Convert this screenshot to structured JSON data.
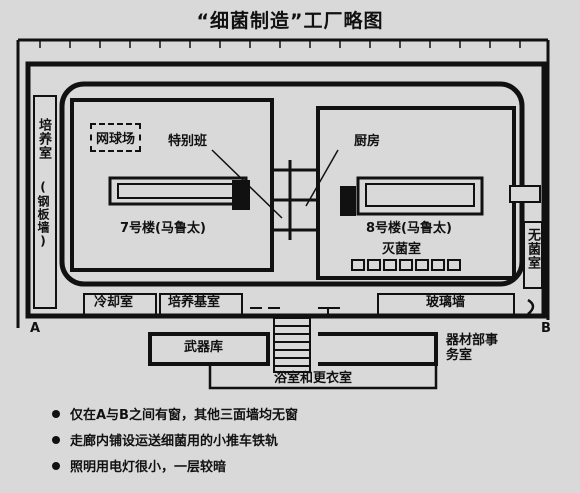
{
  "title": "“细菌制造”工厂略图",
  "labels": {
    "culture_room_left": "培养室",
    "steel_plate_wall": "(钢板墙)",
    "tennis_court": "网球场",
    "special_team": "特别班",
    "kitchen": "厨房",
    "building7": "7号楼(马鲁太)",
    "building8": "8号楼(马鲁太)",
    "sterilization_room": "灭菌室",
    "aseptic_room": "无菌室",
    "cooling_room": "冷却室",
    "culture_medium_room": "培养基室",
    "glass_wall": "玻璃墙",
    "point_a": "A",
    "point_b": "B",
    "armory": "武器库",
    "equipment_office": "器材部事务室",
    "bath_room": "浴室和更衣室"
  },
  "notes": [
    "仅在A与B之间有窗，其他三面墙均无窗",
    "走廊内铺设运送细菌用的小推车铁轨",
    "照明用电灯很小，一层较暗"
  ]
}
